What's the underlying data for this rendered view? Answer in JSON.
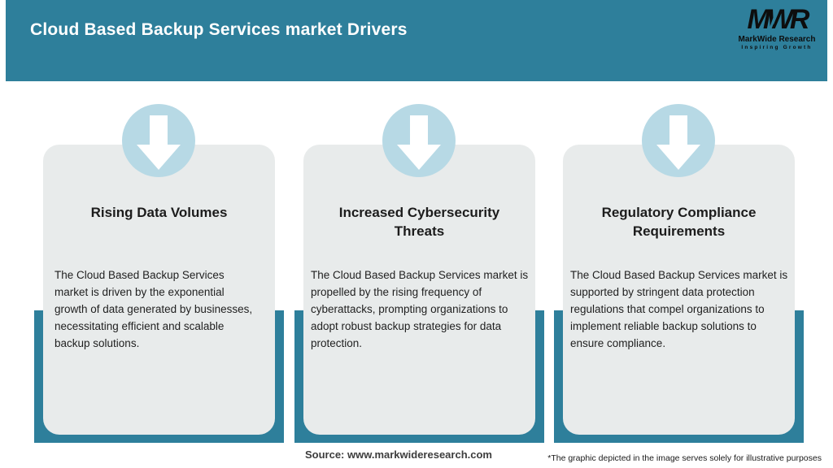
{
  "header": {
    "title": "Cloud Based Backup Services market Drivers",
    "logo": {
      "monogram": "MWR",
      "name": "MarkWide Research",
      "tagline": "Inspiring Growth"
    }
  },
  "cards": [
    {
      "icon": "down-arrow-icon",
      "title": "Rising Data Volumes",
      "description": "The Cloud Based Backup Services market is driven by the exponential growth of data generated by businesses, necessitating efficient and scalable backup solutions."
    },
    {
      "icon": "down-arrow-icon",
      "title": "Increased Cybersecurity Threats",
      "description": "The Cloud Based Backup Services market is propelled by the rising frequency of cyberattacks, prompting organizations to adopt robust backup strategies for data protection."
    },
    {
      "icon": "down-arrow-icon",
      "title": "Regulatory Compliance Requirements",
      "description": "The Cloud Based Backup Services market is supported by stringent data protection regulations that compel organizations to implement reliable backup solutions to ensure compliance."
    }
  ],
  "footer": {
    "source": "Source: www.markwideresearch.com",
    "disclaimer": "*The graphic depicted in the image serves solely for illustrative purposes"
  },
  "colors": {
    "accent_teal": "#2E7F9B",
    "icon_circle_blue": "#B7D9E5",
    "card_gray": "#E8EBEB",
    "header_text": "#FFFFFF"
  }
}
